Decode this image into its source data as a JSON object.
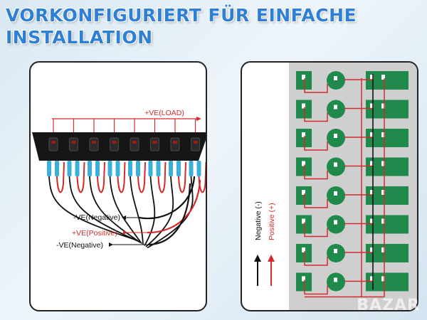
{
  "headline": {
    "line1": "VORKONFIGURIERT FÜR EINFACHE",
    "line2": "INSTALLATION"
  },
  "left_panel": {
    "load_label": "+VE(LOAD)",
    "negative_label_1": "-VE(Negative)",
    "positive_label": "+VE(Positive)",
    "negative_label_2": "-VE(Negative)",
    "switch_count": 8
  },
  "right_panel": {
    "negative_label": "Negative (-)",
    "positive_label": "Positive (+)",
    "row_count": 8
  },
  "watermark": "BAZAR",
  "colors": {
    "headline": "#2f7fd6",
    "wire_red": "#d42a2a",
    "wire_black": "#111111",
    "pcb_green": "#1f8a4c",
    "terminal_blue": "#3ab0d8"
  }
}
